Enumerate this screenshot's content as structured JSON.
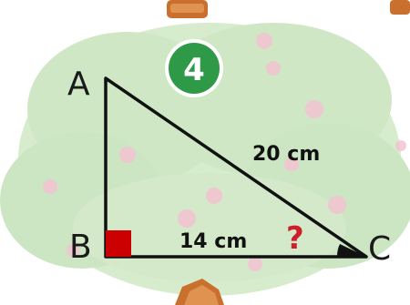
{
  "problem_number": "4",
  "vertices": {
    "a": "A",
    "b": "B",
    "c": "C"
  },
  "sides": {
    "ac": "20 cm",
    "bc": "14 cm"
  },
  "unknown_marker": "?",
  "colors": {
    "badge": "#2e9a48",
    "right_angle_marker": "#cc0000",
    "unknown": "#cc1f2a",
    "lines": "#111111",
    "bush": "#9cc98a",
    "flower": "#f3b8c8",
    "wood": "#c9702e"
  }
}
